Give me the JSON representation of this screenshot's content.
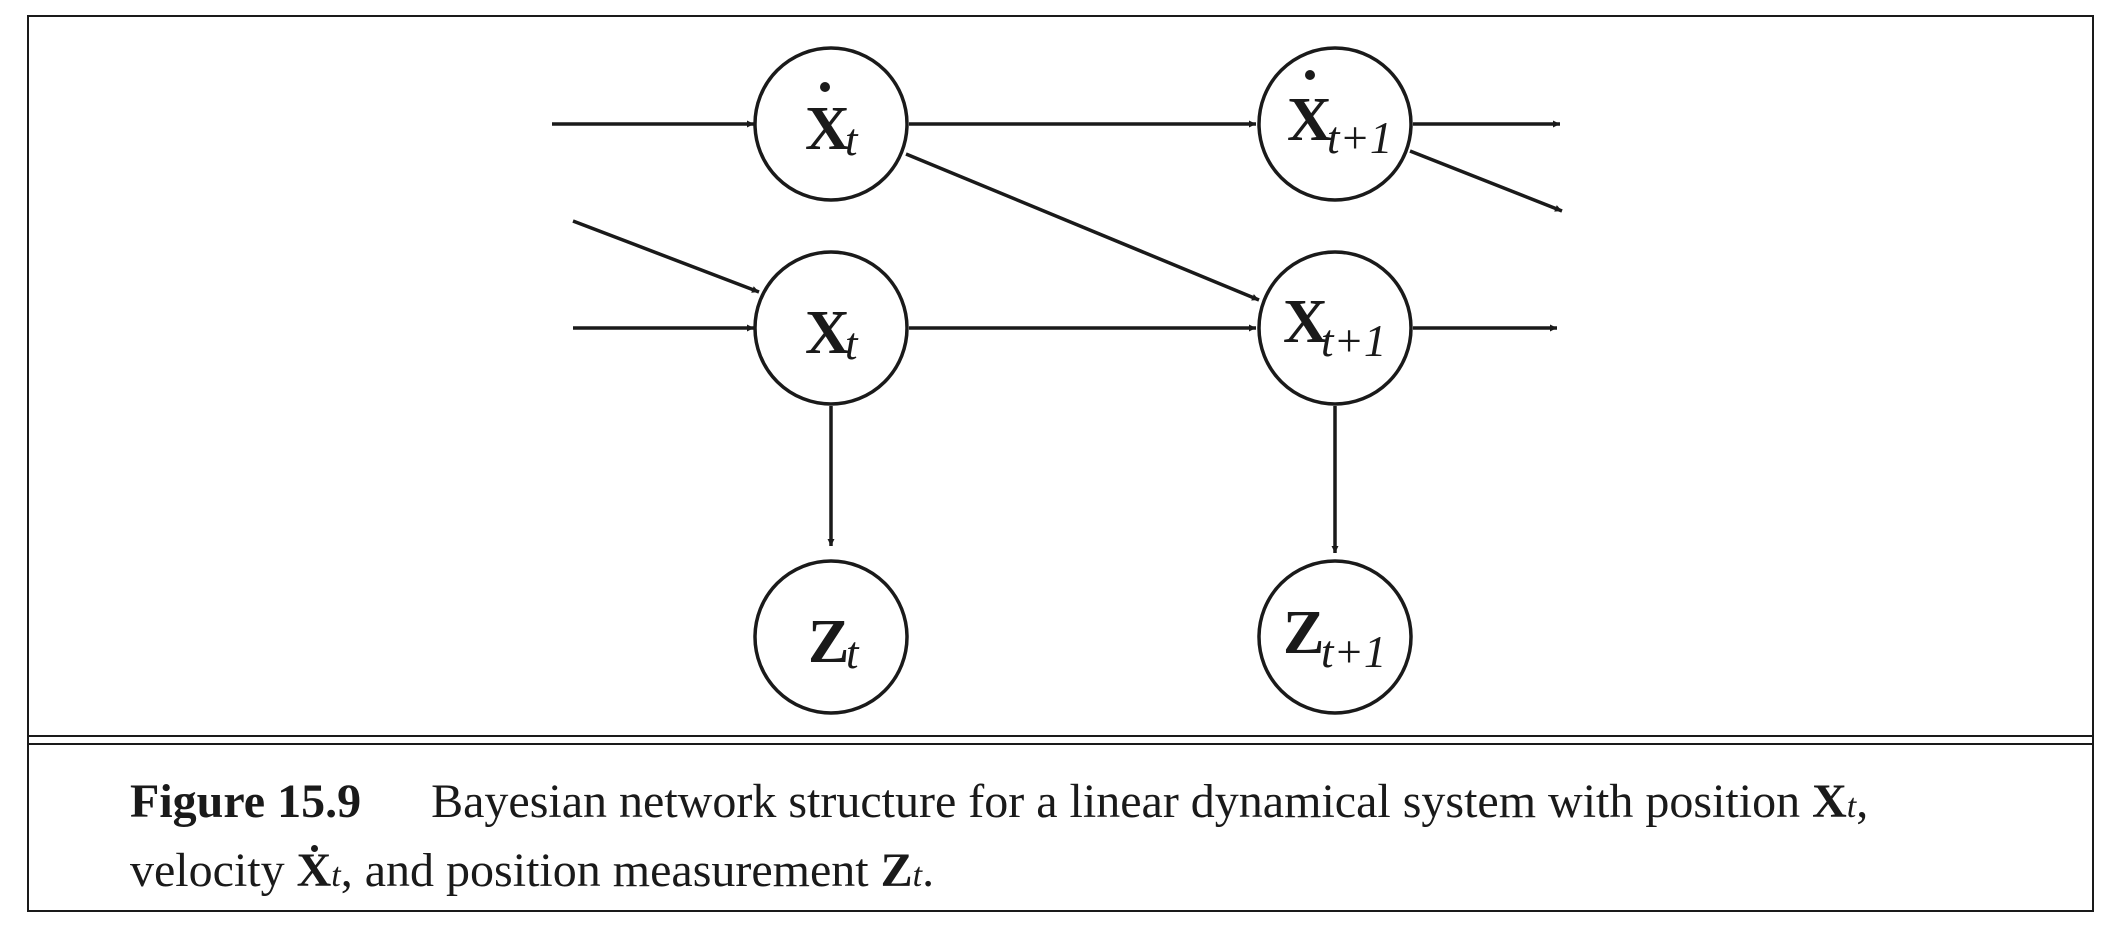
{
  "nodes": {
    "xdot_t": {
      "var": "X",
      "sub": "t"
    },
    "xdot_t1": {
      "var": "X",
      "sub": "t+1"
    },
    "x_t": {
      "var": "X",
      "sub": "t"
    },
    "x_t1": {
      "var": "X",
      "sub": "t+1"
    },
    "z_t": {
      "var": "Z",
      "sub": "t"
    },
    "z_t1": {
      "var": "Z",
      "sub": "t+1"
    }
  },
  "caption": {
    "label": "Figure 15.9",
    "text_1": "Bayesian network structure for a linear dynamical system with position ",
    "pos_var": "X",
    "pos_sub": "t",
    "text_2": ",",
    "text_3": "velocity ",
    "vel_var": "X",
    "vel_sub": "t",
    "text_4": ", and position measurement ",
    "meas_var": "Z",
    "meas_sub": "t",
    "text_5": "."
  }
}
